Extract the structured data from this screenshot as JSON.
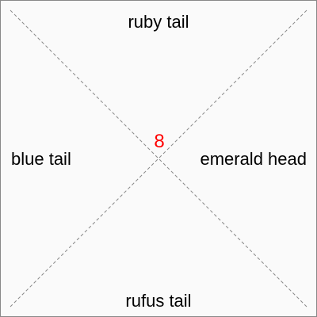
{
  "tile": {
    "center_number": "8",
    "center_number_color": "#ff0000",
    "edges": {
      "top": "ruby tail",
      "right": "emerald head",
      "bottom": "rufus tail",
      "left": "blue tail"
    },
    "border_color": "#888888",
    "diagonal_color": "#888888"
  }
}
